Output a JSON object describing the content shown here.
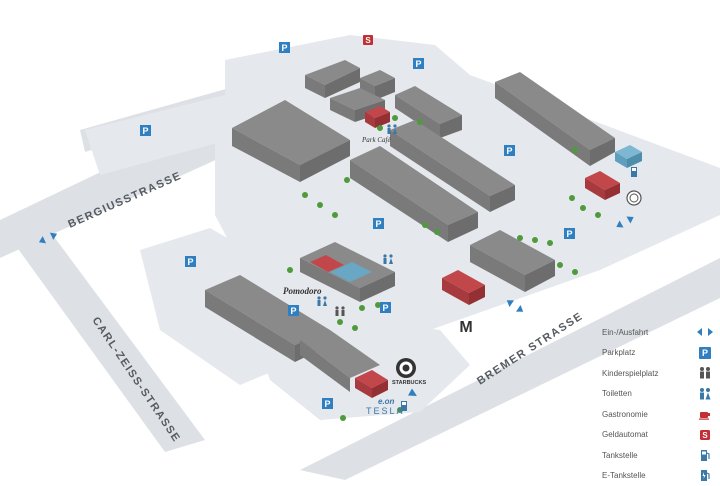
{
  "streets": {
    "bergiusstrasse": "BERGIUSSTRASSE",
    "carl_zeiss_strasse": "CARL-ZEISS-STRASSE",
    "bremer_strasse": "BREMER STRASSE"
  },
  "brands": {
    "park_cafe": "Park Café",
    "pomodoro": "Pomodoro",
    "starbucks": "STARBUCKS",
    "eon": "e.on",
    "tesla": "TESLA",
    "mcdonalds": "M"
  },
  "map_symbols": {
    "parking": "P"
  },
  "colors": {
    "building": "#7d7d7d",
    "building_top": "#8a8a8a",
    "gastro": "#b64246",
    "tankstelle": "#6aa7c4",
    "plaza": "#e5e8ed",
    "street": "#dde1e6",
    "accent_blue": "#2f7fc1",
    "tree": "#4f9a3a"
  },
  "legend": {
    "items": [
      {
        "label": "Ein-/Ausfahrt",
        "icon": "entry-exit-arrows-icon"
      },
      {
        "label": "Parkplatz",
        "icon": "parking-icon"
      },
      {
        "label": "Kinderspielplatz",
        "icon": "playground-icon"
      },
      {
        "label": "Toiletten",
        "icon": "toilets-icon"
      },
      {
        "label": "Gastronomie",
        "icon": "coffee-cup-icon"
      },
      {
        "label": "Geldautomat",
        "icon": "atm-icon"
      },
      {
        "label": "Tankstelle",
        "icon": "fuel-pump-icon"
      },
      {
        "label": "E-Tankstelle",
        "icon": "ev-charger-icon"
      }
    ]
  }
}
